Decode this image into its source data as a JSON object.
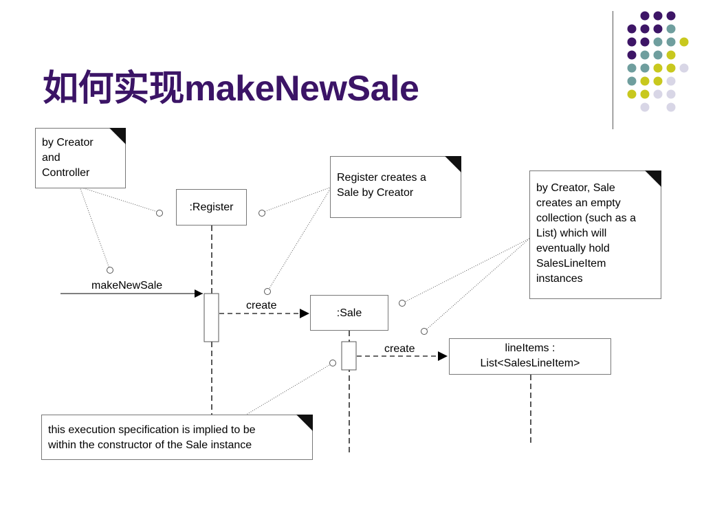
{
  "title": "如何实现makeNewSale",
  "notes": {
    "creator_controller": [
      "by Creator",
      "and",
      "Controller"
    ],
    "register_creates": [
      "Register creates a",
      "Sale by Creator"
    ],
    "sale_creates": [
      "by Creator, Sale",
      "creates an empty",
      "collection (such as a",
      "List) which will",
      "eventually hold",
      "SalesLineItem",
      "instances"
    ],
    "execution_spec": [
      "this execution specification is implied to be",
      "within the constructor of the Sale instance"
    ]
  },
  "lifelines": {
    "register": ":Register",
    "sale": ":Sale",
    "line_items": [
      "lineItems :",
      "List<SalesLineItem>"
    ]
  },
  "messages": {
    "make_new_sale": "makeNewSale",
    "create_sale": "create",
    "create_list": "create"
  },
  "colors": {
    "title": "#3b1466",
    "dot_purple": "#3d1566",
    "dot_teal": "#6f9e9e",
    "dot_yellow": "#c8c81e",
    "dot_lavender": "#d8d6e6"
  }
}
